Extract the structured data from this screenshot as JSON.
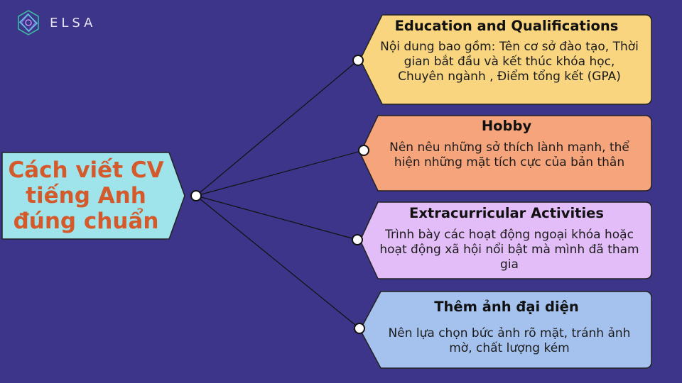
{
  "brand": {
    "name": "ELSA"
  },
  "center": {
    "title": "Cách viết CV tiếng Anh đúng chuẩn",
    "fill": "#9ee4ea",
    "text_color": "#d45a2c"
  },
  "cards": [
    {
      "title": "Education and Qualifications",
      "body": "Nội dung bao gồm: Tên cơ sở đào tạo, Thời gian bắt đầu và kết thúc khóa học, Chuyên ngành , Điểm tổng kết (GPA)",
      "fill": "#f8d57e"
    },
    {
      "title": "Hobby",
      "body": "Nên nêu những sở thích lành mạnh, thể hiện những mặt tích cực của bản thân",
      "fill": "#f5a47b"
    },
    {
      "title": "Extracurricular Activities",
      "body": "Trình bày các hoạt động ngoại khóa hoặc hoạt động xã hội nổi bật mà mình đã tham gia",
      "fill": "#e3bdf8"
    },
    {
      "title": "Thêm ảnh đại diện",
      "body": "Nên lựa chọn bức ảnh rõ mặt, tránh ảnh mờ, chất lượng kém",
      "fill": "#a5c2ef"
    }
  ],
  "colors": {
    "background": "#3d3589",
    "line": "#111111"
  }
}
